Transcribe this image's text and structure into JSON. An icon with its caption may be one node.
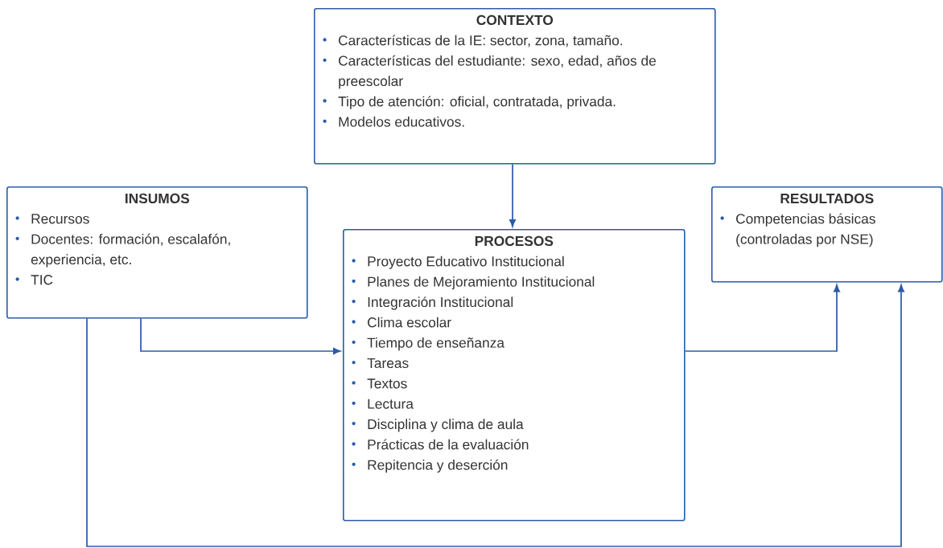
{
  "diagram": {
    "nodes": [
      {
        "text": [
          "CONTEXTO",
          "Características de la IE: sector, zona, tamaño.",
          "Características del estudiante: sexo, edad, años de preescolar",
          "Tipo de atención: oficial, contratada, privada.",
          "Modelos educativos."
        ]
      },
      {
        "text": [
          "INSUMOS",
          "Recursos",
          "Docentes: formación, escalafón, experiencia, etc.",
          "TIC"
        ]
      },
      {
        "text": [
          "PROCESOS",
          "Proyecto Educativo Institucional",
          "Planes de Mejoramiento Institucional",
          "Integración Institucional",
          "Clima escolar",
          "Tiempo de enseñanza",
          "Tareas",
          "Textos",
          "Lectura",
          "Disciplina y clima de aula",
          "Prácticas de la evaluación",
          "Repitencia y deserción"
        ]
      },
      {
        "text": [
          "RESULTADOS",
          "Competencias básicas (controladas por NSE)"
        ]
      }
    ],
    "edges": [
      {
        "from": 0,
        "to": 2,
        "arrow": "to"
      },
      {
        "from": 1,
        "to": 2,
        "arrow": "to"
      },
      {
        "from": 2,
        "to": 3,
        "arrow": "to"
      },
      {
        "from": 1,
        "to": 3,
        "arrow": "to"
      }
    ]
  }
}
